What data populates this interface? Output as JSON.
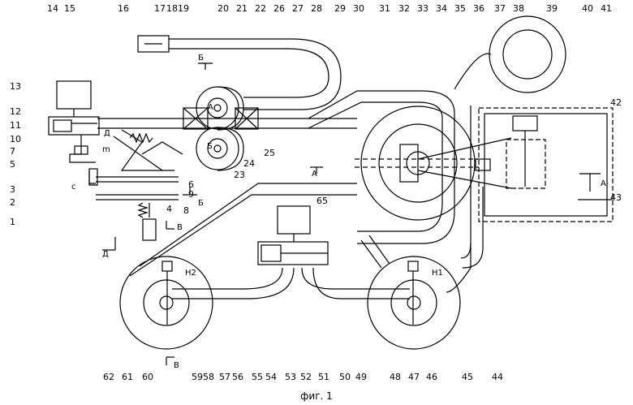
{
  "figure": {
    "caption": "фиг. 1",
    "top_labels": [
      "14",
      "15",
      "16",
      "17",
      "18",
      "19",
      "20",
      "21",
      "22",
      "26",
      "27",
      "28",
      "29",
      "30",
      "31",
      "32",
      "33",
      "34",
      "35",
      "36",
      "37",
      "38",
      "39",
      "40",
      "41"
    ],
    "left_labels": [
      "13",
      "12",
      "11",
      "10",
      "7",
      "5",
      "3",
      "2",
      "1"
    ],
    "right_labels": [
      "42",
      "43"
    ],
    "bottom_labels": [
      "62",
      "61",
      "60",
      "59",
      "58",
      "57",
      "56",
      "55",
      "54",
      "53",
      "52",
      "51",
      "50",
      "49",
      "48",
      "47",
      "46",
      "45",
      "44"
    ],
    "inner_labels": {
      "n25": "25",
      "n24": "24",
      "n23": "23",
      "n8": "8",
      "n4": "4",
      "n9": "9",
      "n6": "6",
      "n65": "65"
    },
    "section_marks": {
      "b_top": "Б",
      "b_mid": "Б",
      "b_low": "Б",
      "a_right": "А",
      "a_mid": "А",
      "a_pulley": "А",
      "v_mid": "В",
      "v_low": "В",
      "d_left": "Д",
      "d_top": "Д",
      "m": "m",
      "c": "с"
    },
    "wheel_labels": {
      "h1": "Н1",
      "h2": "Н2"
    }
  }
}
